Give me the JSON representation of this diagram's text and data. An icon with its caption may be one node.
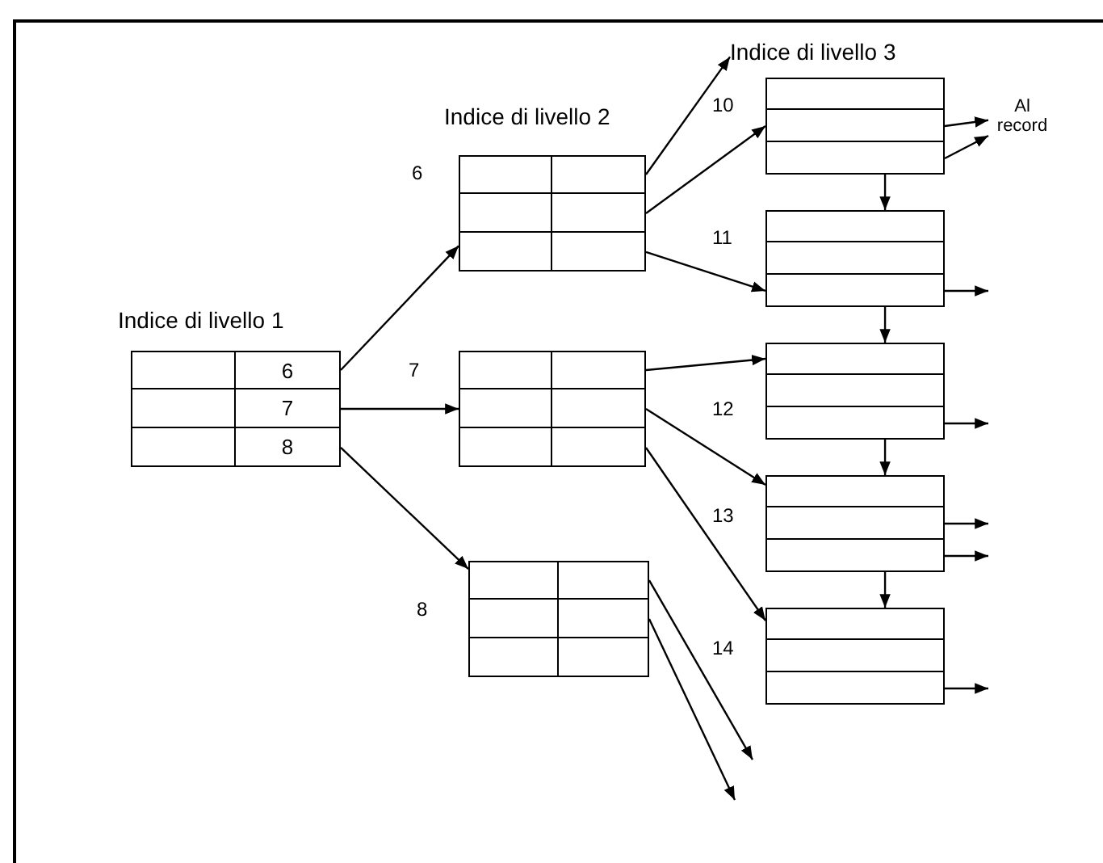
{
  "diagram": {
    "nodes": [
      {
        "text": [
          "Indice di livello 1",
          "6",
          "7",
          "8"
        ]
      },
      {
        "text": [
          "Indice di livello 2"
        ],
        "beside": [
          "6"
        ]
      },
      {
        "text": [],
        "shape": "box",
        "beside": [
          "7"
        ]
      },
      {
        "text": [],
        "shape": "box",
        "beside": [
          "8"
        ]
      },
      {
        "text": [
          "Indice di livello 3"
        ]
      },
      {
        "text": [],
        "shape": "box",
        "beside": [
          "10"
        ]
      },
      {
        "text": [],
        "shape": "box",
        "beside": [
          "11"
        ]
      },
      {
        "text": [],
        "shape": "box",
        "beside": [
          "12"
        ]
      },
      {
        "text": [],
        "shape": "box",
        "beside": [
          "13"
        ]
      },
      {
        "text": [],
        "shape": "box",
        "beside": [
          "14"
        ]
      },
      {
        "text": [
          "Al record"
        ]
      }
    ],
    "edges": [
      {
        "from": 0,
        "to": 1,
        "arrow": "to"
      },
      {
        "from": 0,
        "to": 2,
        "arrow": "to"
      },
      {
        "from": 0,
        "to": 3,
        "arrow": "to"
      },
      {
        "from": 1,
        "to": 4,
        "arrow": "to"
      },
      {
        "from": 1,
        "to": 5,
        "arrow": "to"
      },
      {
        "from": 1,
        "to": 6,
        "arrow": "to"
      },
      {
        "from": 2,
        "to": 7,
        "arrow": "to"
      },
      {
        "from": 2,
        "to": 8,
        "arrow": "to"
      },
      {
        "from": 2,
        "to": 9,
        "arrow": "to"
      },
      {
        "from": 3,
        "to": null,
        "arrow": "to"
      },
      {
        "from": 3,
        "to": null,
        "arrow": "to"
      },
      {
        "from": 5,
        "to": 10,
        "arrow": "to"
      },
      {
        "from": 5,
        "to": 10,
        "arrow": "to"
      },
      {
        "from": 5,
        "to": 6,
        "arrow": "to"
      },
      {
        "from": 6,
        "to": null,
        "arrow": "to"
      },
      {
        "from": 6,
        "to": 7,
        "arrow": "to"
      },
      {
        "from": 7,
        "to": null,
        "arrow": "to"
      },
      {
        "from": 7,
        "to": 8,
        "arrow": "to"
      },
      {
        "from": 8,
        "to": null,
        "arrow": "to"
      },
      {
        "from": 8,
        "to": null,
        "arrow": "to"
      },
      {
        "from": 8,
        "to": 9,
        "arrow": "to"
      },
      {
        "from": 9,
        "to": null,
        "arrow": "to"
      }
    ]
  }
}
